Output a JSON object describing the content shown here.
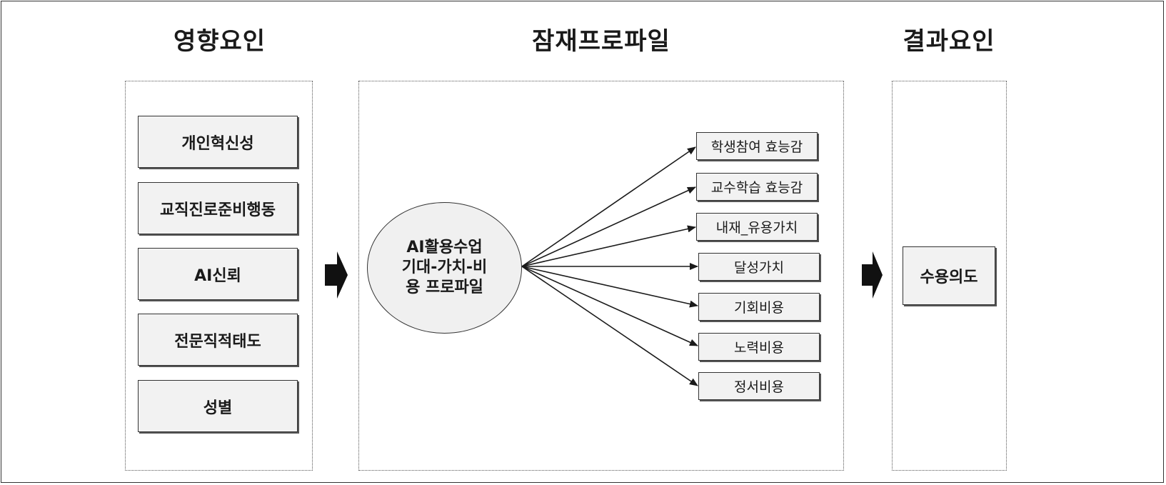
{
  "headings": {
    "influence": "영향요인",
    "latent": "잠재프로파일",
    "outcome": "결과요인"
  },
  "influence_factors": [
    "개인혁신성",
    "교직진로준비행동",
    "AI신뢰",
    "전문직적태도",
    "성별"
  ],
  "profile": {
    "line1": "AI활용수업",
    "line2": "기대-가치-비",
    "line3": "용 프로파일"
  },
  "indicators": [
    "학생참여 효능감",
    "교수학습 효능감",
    "내재_유용가치",
    "달성가치",
    "기회비용",
    "노력비용",
    "정서비용"
  ],
  "outcome_factor": "수용의도"
}
